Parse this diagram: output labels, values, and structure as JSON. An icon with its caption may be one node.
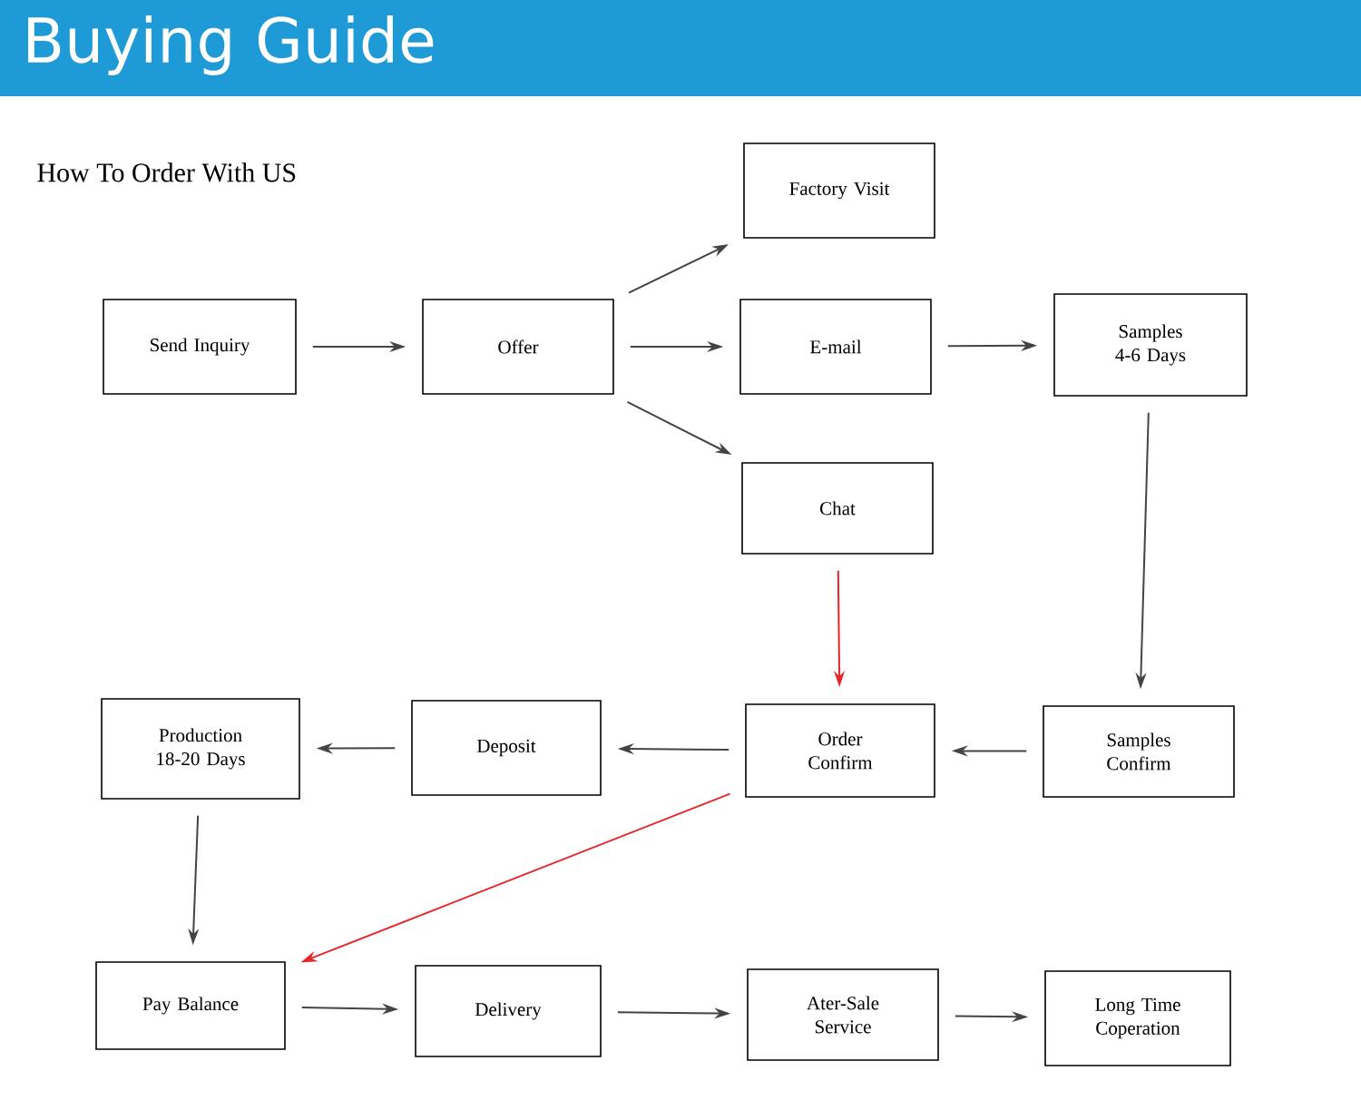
{
  "diagram": {
    "title": "Buying Guide",
    "nodes": [
      {
        "text": [
          "Send Inquiry"
        ]
      },
      {
        "text": [
          "Offer"
        ]
      },
      {
        "text": [
          "Factory Visit"
        ]
      },
      {
        "text": [
          "E-mail"
        ]
      },
      {
        "text": [
          "Chat"
        ]
      },
      {
        "text": [
          "Samples 4-6 Days"
        ]
      },
      {
        "text": [
          "Samples Confirm"
        ]
      },
      {
        "text": [
          "Order Confirm"
        ]
      },
      {
        "text": [
          "Deposit"
        ]
      },
      {
        "text": [
          "Production 18-20 Days"
        ]
      },
      {
        "text": [
          "Pay Balance"
        ]
      },
      {
        "text": [
          "Delivery"
        ]
      },
      {
        "text": [
          "Ater-Sale Service"
        ]
      },
      {
        "text": [
          "Long Time Coperation"
        ]
      }
    ],
    "edges": [
      {
        "from": 0,
        "to": 1,
        "arrow": "to"
      },
      {
        "from": 1,
        "to": 2,
        "arrow": "to"
      },
      {
        "from": 1,
        "to": 3,
        "arrow": "to"
      },
      {
        "from": 1,
        "to": 4,
        "arrow": "to"
      },
      {
        "from": 3,
        "to": 5,
        "arrow": "to"
      },
      {
        "from": 5,
        "to": 6,
        "arrow": "to"
      },
      {
        "from": 6,
        "to": 7,
        "arrow": "to"
      },
      {
        "from": 4,
        "to": 7,
        "arrow": "to",
        "color": "#e8262a"
      },
      {
        "from": 7,
        "to": 8,
        "arrow": "to"
      },
      {
        "from": 8,
        "to": 9,
        "arrow": "to"
      },
      {
        "from": 9,
        "to": 10,
        "arrow": "to"
      },
      {
        "from": 7,
        "to": 10,
        "arrow": "to",
        "color": "#e8262a"
      },
      {
        "from": 10,
        "to": 11,
        "arrow": "to"
      },
      {
        "from": 11,
        "to": 12,
        "arrow": "to"
      },
      {
        "from": 12,
        "to": 13,
        "arrow": "to"
      }
    ],
    "labels": [
      "How To Order With US"
    ]
  }
}
